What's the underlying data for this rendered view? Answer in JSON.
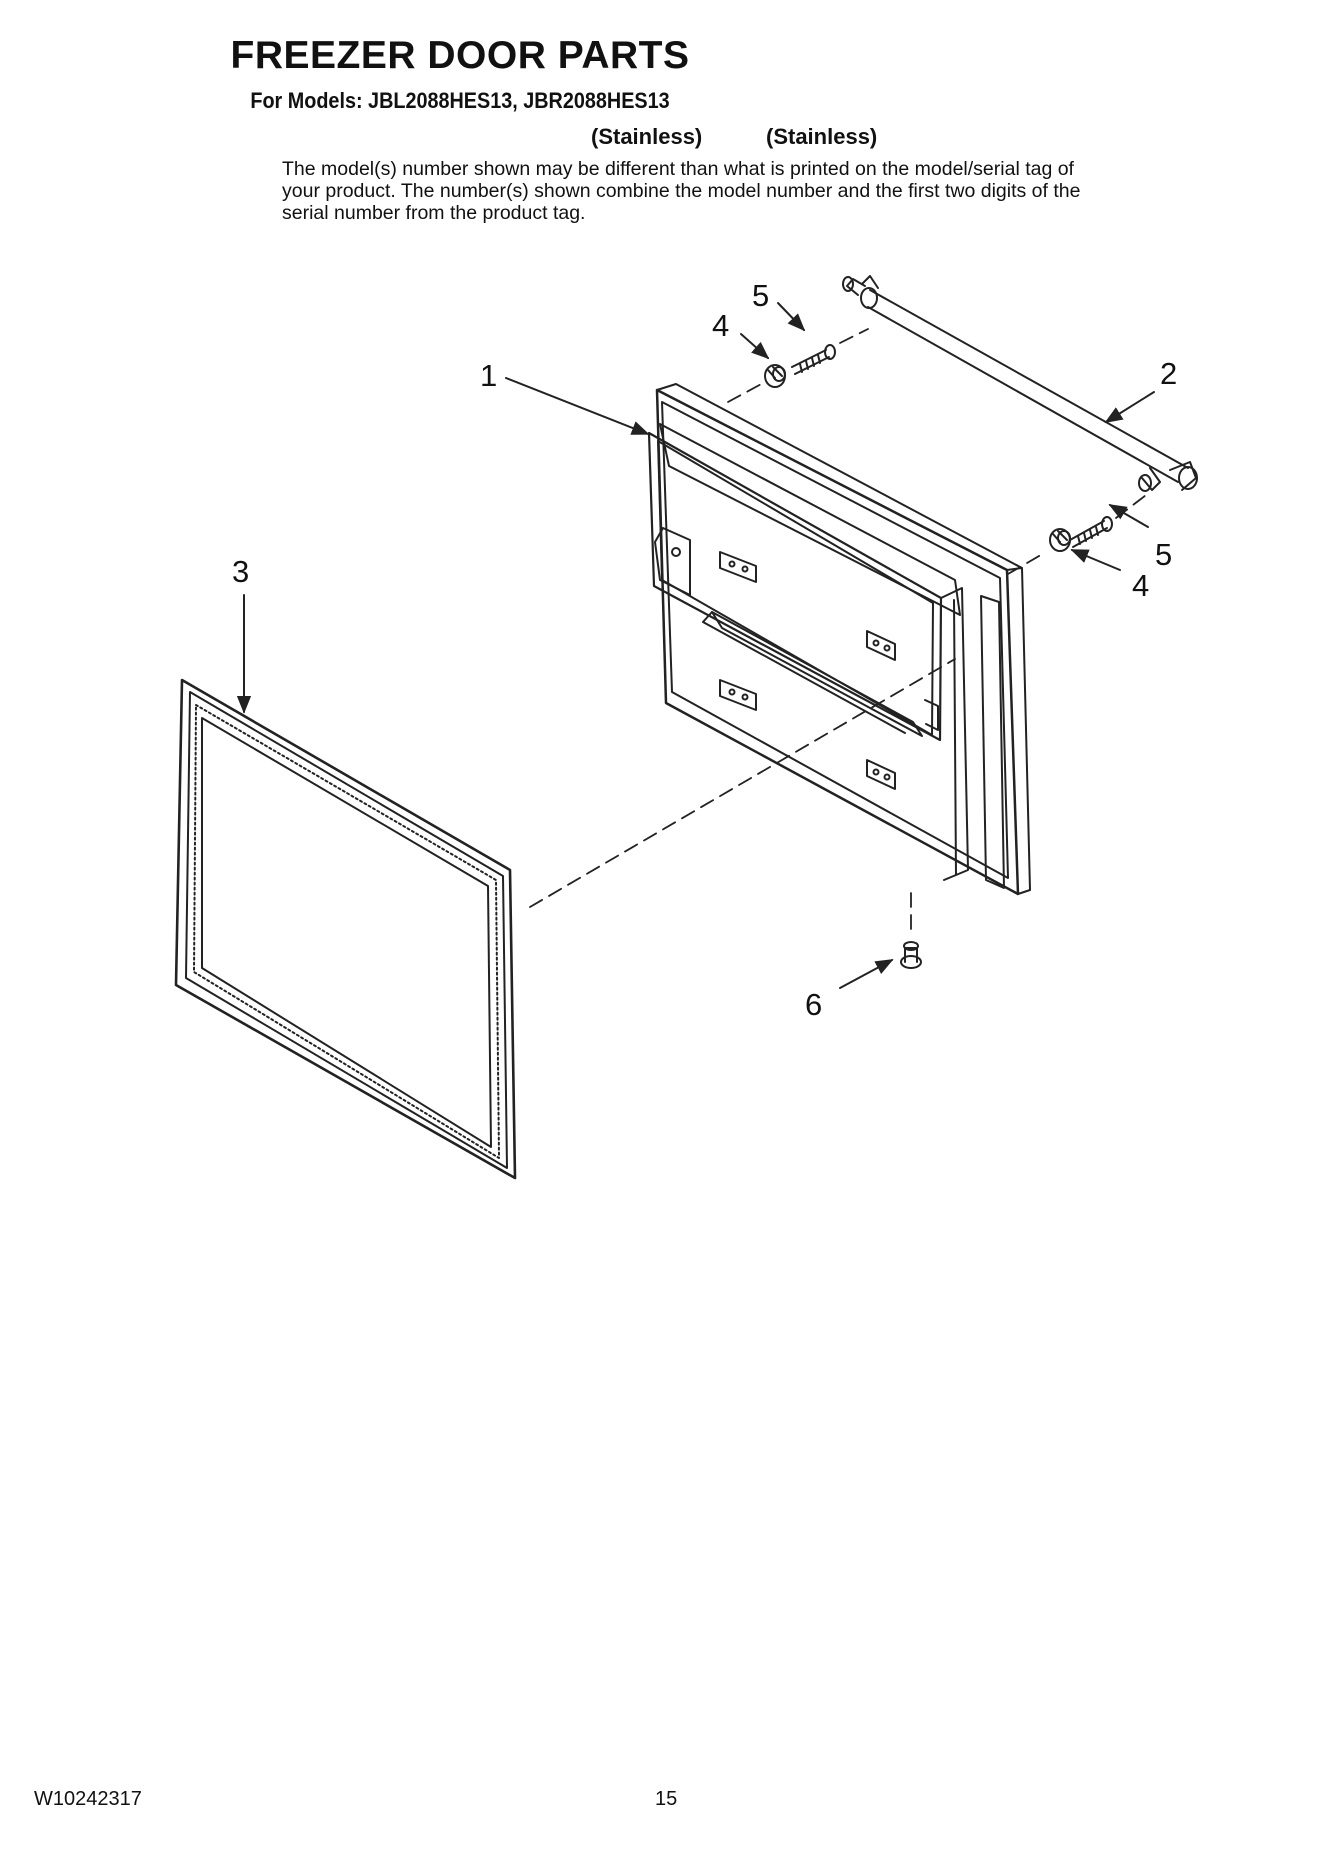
{
  "header": {
    "title": "FREEZER DOOR PARTS",
    "models_line": "For Models: JBL2088HES13, JBR2088HES13",
    "variant_1": "(Stainless)",
    "variant_2": "(Stainless)",
    "disclaimer": "The model(s) number shown may be different than what is printed on the model/serial tag of your product. The number(s) shown combine the model number and the first two digits of the serial number from the product tag."
  },
  "callouts": {
    "c1": "1",
    "c2": "2",
    "c3": "3",
    "c4a": "4",
    "c4b": "4",
    "c5a": "5",
    "c5b": "5",
    "c6": "6"
  },
  "footer": {
    "doc_number": "W10242317",
    "page_number": "15"
  }
}
